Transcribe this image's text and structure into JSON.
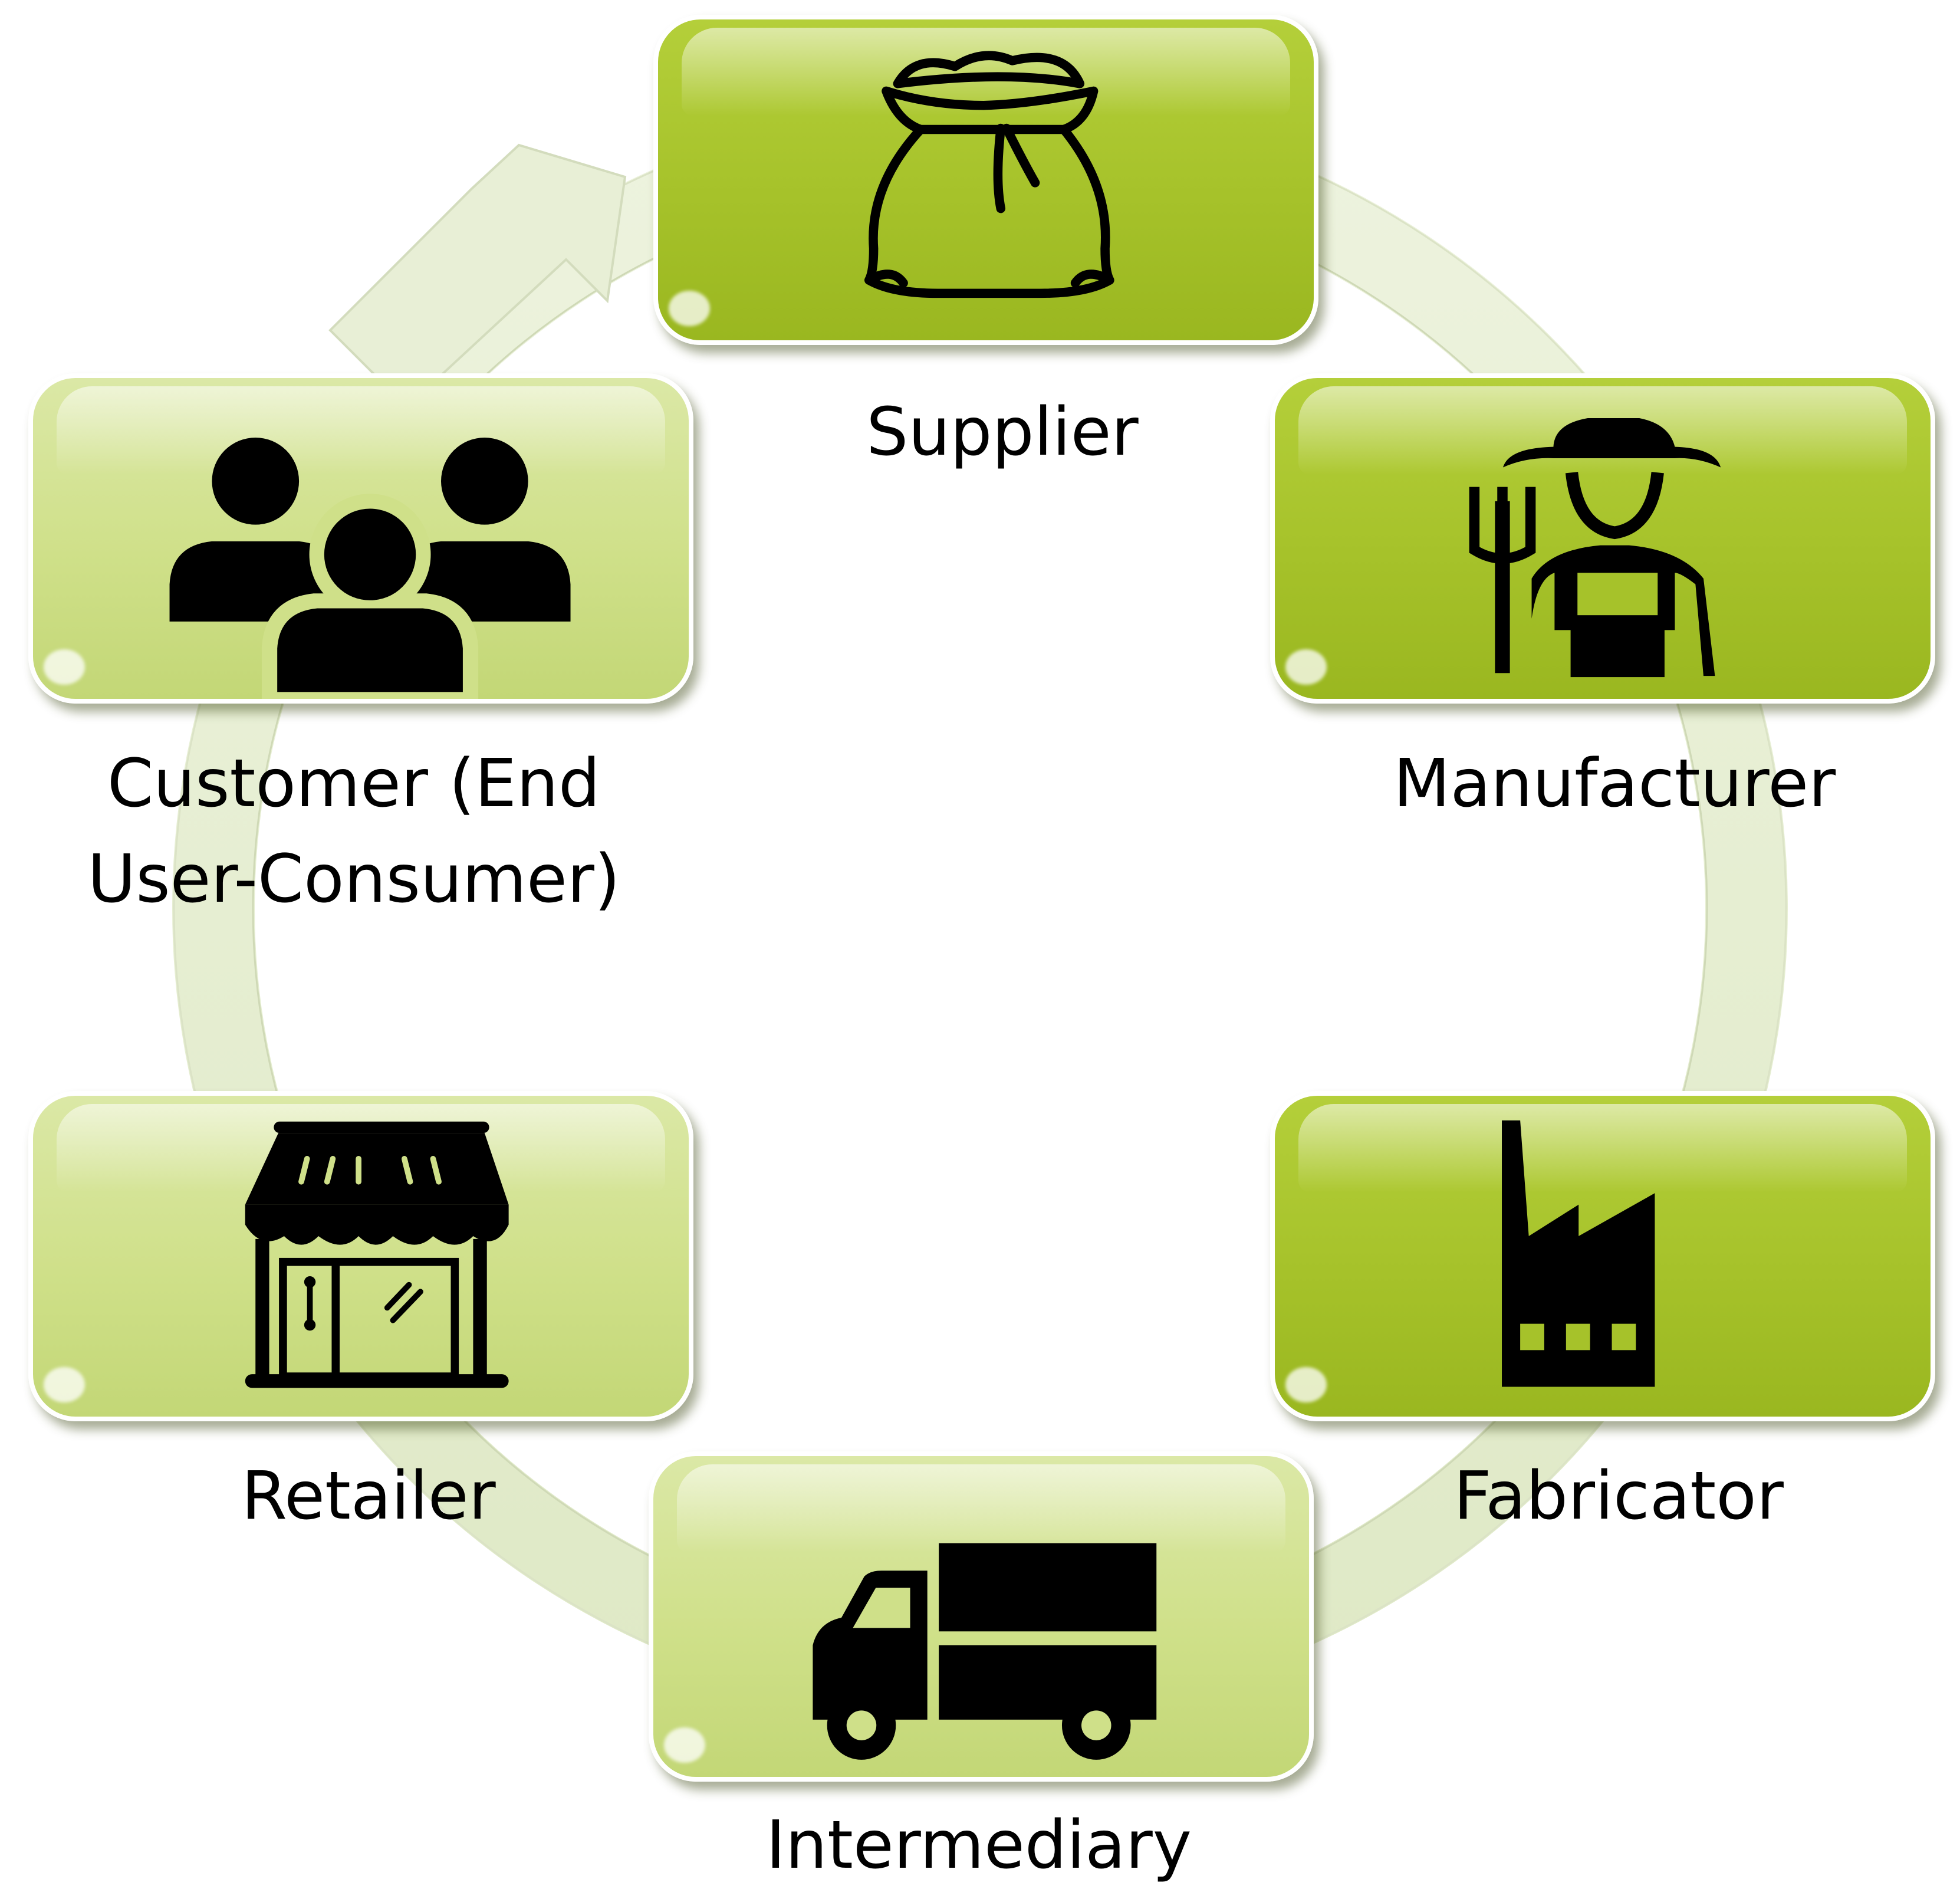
{
  "diagram": {
    "nodes": [
      {
        "id": "supplier",
        "label": "Supplier",
        "icon": "grain-sack-icon",
        "shade": "dark"
      },
      {
        "id": "manufacturer",
        "label": "Manufacturer",
        "icon": "farmer-icon",
        "shade": "dark"
      },
      {
        "id": "fabricator",
        "label": "Fabricator",
        "icon": "factory-icon",
        "shade": "dark"
      },
      {
        "id": "intermediary",
        "label": "Intermediary",
        "icon": "delivery-truck-icon",
        "shade": "light"
      },
      {
        "id": "retailer",
        "label": "Retailer",
        "icon": "storefront-icon",
        "shade": "light"
      },
      {
        "id": "customer",
        "label_lines": [
          "Customer (End",
          "User-Consumer)"
        ],
        "icon": "people-group-icon",
        "shade": "light"
      }
    ],
    "cycle_direction": "clockwise",
    "colors": {
      "dark_box": "#a6c22a",
      "light_box": "#cfe089",
      "ring": "#e4edcf",
      "icon": "#000000"
    }
  }
}
